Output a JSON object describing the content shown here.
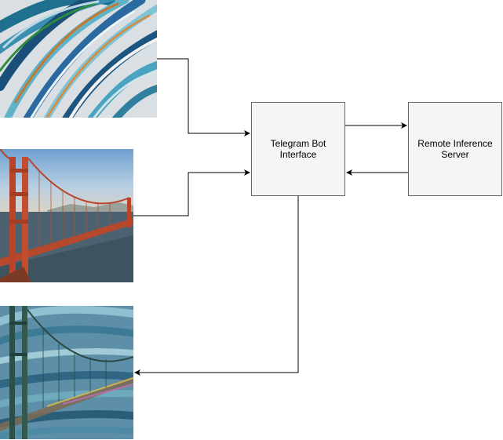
{
  "nodes": {
    "telegram_bot": {
      "label": "Telegram Bot\nInterface"
    },
    "inference_server": {
      "label": "Remote Inference\nServer"
    }
  },
  "images": {
    "style_image": {
      "name": "abstract-brushstroke-painting"
    },
    "content_image": {
      "name": "golden-gate-bridge-photo"
    },
    "output_image": {
      "name": "stylized-golden-gate-bridge"
    }
  },
  "colors": {
    "box_fill": "#f5f5f5",
    "box_stroke": "#666666",
    "edge": "#000000"
  }
}
